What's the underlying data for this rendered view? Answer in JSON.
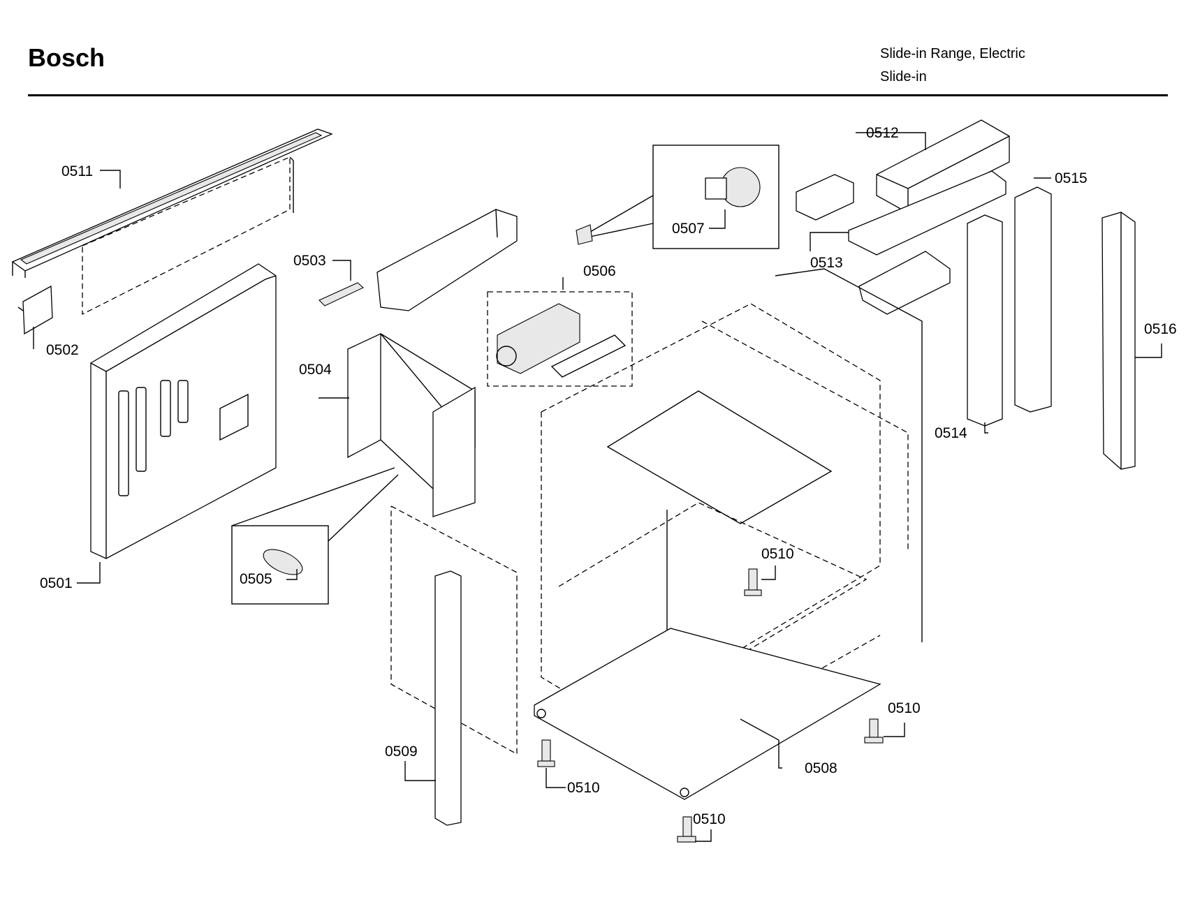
{
  "header": {
    "brand": "Bosch",
    "product_line1": "Slide-in Range, Electric",
    "product_line2": "Slide-in"
  },
  "callouts": {
    "p0501": "0501",
    "p0502": "0502",
    "p0503": "0503",
    "p0504": "0504",
    "p0505": "0505",
    "p0506": "0506",
    "p0507": "0507",
    "p0508": "0508",
    "p0509": "0509",
    "p0510a": "0510",
    "p0510b": "0510",
    "p0510c": "0510",
    "p0510d": "0510",
    "p0511": "0511",
    "p0512": "0512",
    "p0513": "0513",
    "p0514": "0514",
    "p0515": "0515",
    "p0516": "0516"
  }
}
